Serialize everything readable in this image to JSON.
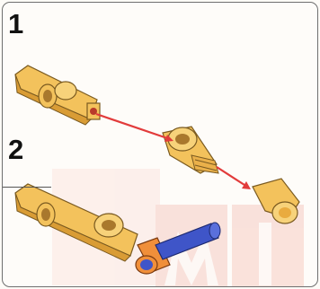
{
  "steps": [
    {
      "number": "1"
    },
    {
      "number": "2"
    }
  ],
  "watermark": {
    "text": "MI"
  },
  "colors": {
    "part_yellow": "#f3c25c",
    "part_orange": "#f08f3a",
    "axle_blue": "#3f55c8",
    "arrow_red": "#e23b3b",
    "watermark": "#f6ccc4"
  },
  "icons": [
    "arrow-right-icon"
  ]
}
